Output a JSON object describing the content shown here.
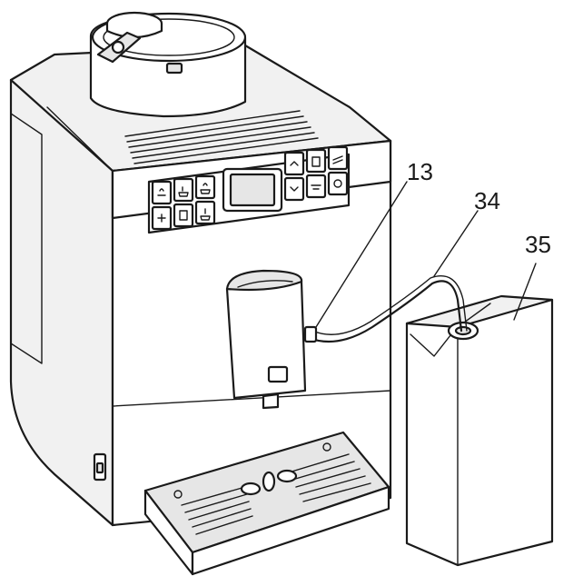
{
  "callouts": [
    {
      "id": "13",
      "label": "13"
    },
    {
      "id": "34",
      "label": "34"
    },
    {
      "id": "35",
      "label": "35"
    }
  ],
  "control_panel": {
    "left_buttons": [
      "espresso-icon",
      "coffee-icon",
      "cappuccino-icon",
      "steam-icon",
      "milk-icon",
      "latte-icon"
    ],
    "right_buttons": [
      "up-icon",
      "cup-icon",
      "menu-icon",
      "down-icon",
      "profile-icon",
      "settings-icon"
    ]
  },
  "colors": {
    "line": "#1a1a1a",
    "shade": "#e6e6e6",
    "light": "#f1f1f1",
    "background": "#ffffff"
  }
}
